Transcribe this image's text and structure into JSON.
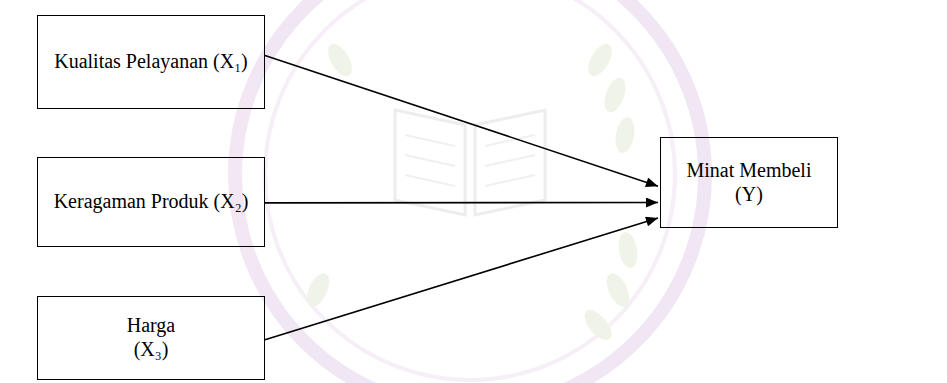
{
  "diagram": {
    "nodes": [
      {
        "text": [
          "Kualitas Pelayanan (X₁)"
        ]
      },
      {
        "text": [
          "Keragaman Produk (X₂)"
        ]
      },
      {
        "text": [
          "Harga (X₃)"
        ]
      },
      {
        "text": [
          "Minat Membeli (Y)"
        ]
      }
    ],
    "edges": [
      {
        "from": 0,
        "to": 3,
        "arrow": "to"
      },
      {
        "from": 1,
        "to": 3,
        "arrow": "to"
      },
      {
        "from": 2,
        "to": 3,
        "arrow": "to"
      }
    ]
  }
}
